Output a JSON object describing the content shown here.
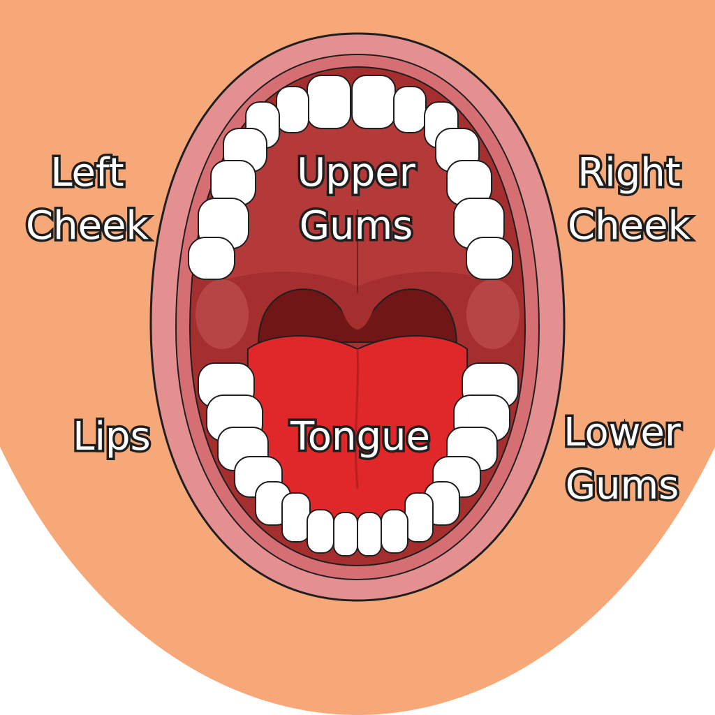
{
  "labels": {
    "left_cheek": [
      "Left",
      "Cheek"
    ],
    "upper_gums": [
      "Upper",
      "Gums"
    ],
    "right_cheek": [
      "Right",
      "Cheek"
    ],
    "lips": "Lips",
    "tongue": "Tongue",
    "lower_gums": [
      "Lower",
      "Gums"
    ]
  },
  "colors": {
    "skin": "#f7a878",
    "lip_outer": "#e49090",
    "lip_inner": "#d66f73",
    "mouth": "#a52f2f",
    "palate": "#b43a3a",
    "throat": "#701616",
    "tongue": "#e0282a",
    "teeth": "#ffffff",
    "outline": "#1f1f1f"
  }
}
